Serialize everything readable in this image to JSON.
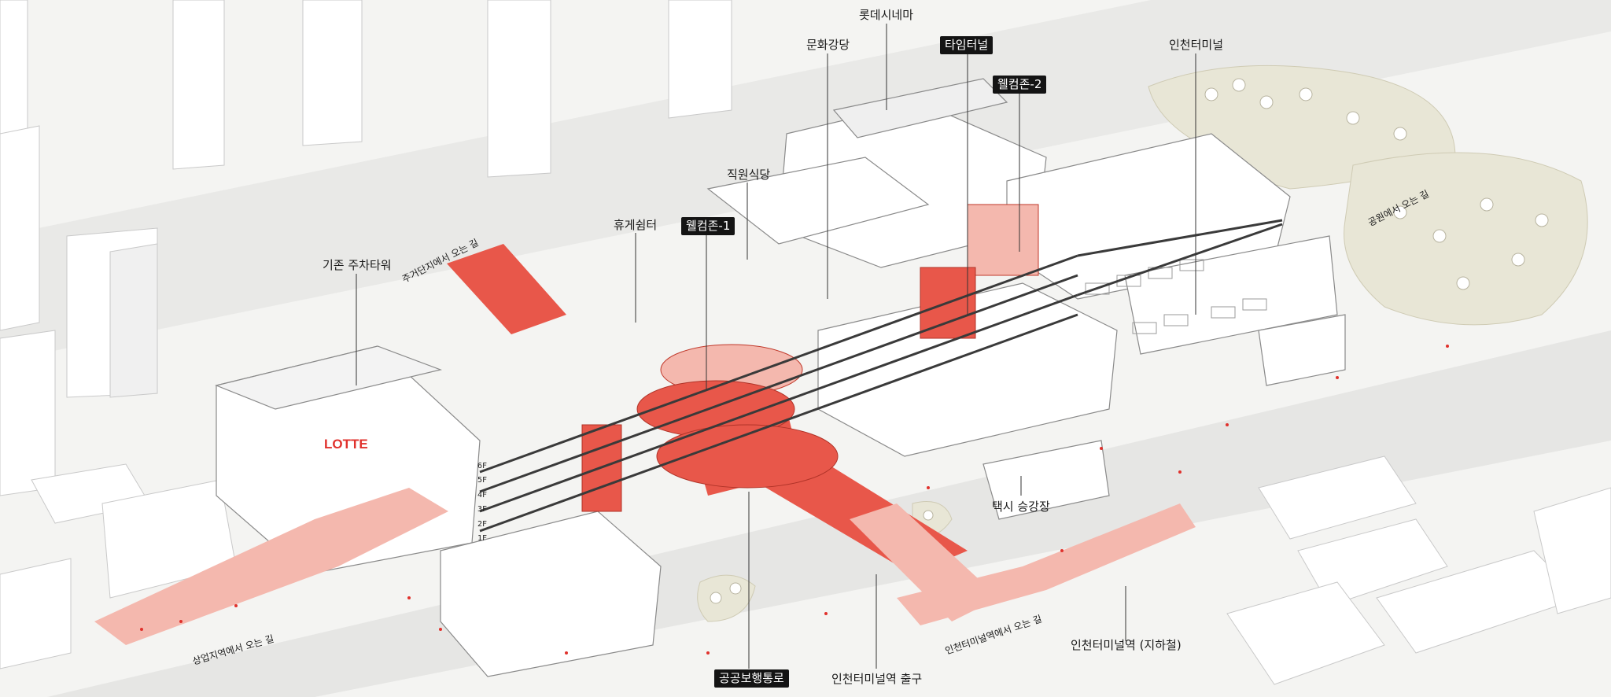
{
  "labels": {
    "lotte_cinema": "롯데시네마",
    "culture_hall": "문화강당",
    "time_tunnel": "타임터널",
    "terminal": "인천터미널",
    "welcome_zone_2": "웰컴존-2",
    "staff_cafeteria": "직원식당",
    "rest_area": "휴게쉼터",
    "welcome_zone_1": "웰컴존-1",
    "parking_tower": "기존 주차타워",
    "taxi_stand": "택시 승강장",
    "station_subway": "인천터미널역 (지하철)",
    "public_walkway": "공공보행통로",
    "station_exit": "인천터미널역 출구"
  },
  "paths": {
    "from_residential": "주거단지에서 오는 길",
    "from_park": "공원에서 오는 길",
    "from_commercial": "상업지역에서 오는 길",
    "from_station": "인천터미널역에서 오는 길"
  },
  "floors": [
    "6F",
    "5F",
    "4F",
    "3F",
    "2F",
    "1F"
  ],
  "brand": "LOTTE",
  "colors": {
    "accent_red": "#e8574a",
    "light_red": "#f4b8ae",
    "park_beige": "#e8e6d6",
    "building_line": "#7a7a7a"
  }
}
